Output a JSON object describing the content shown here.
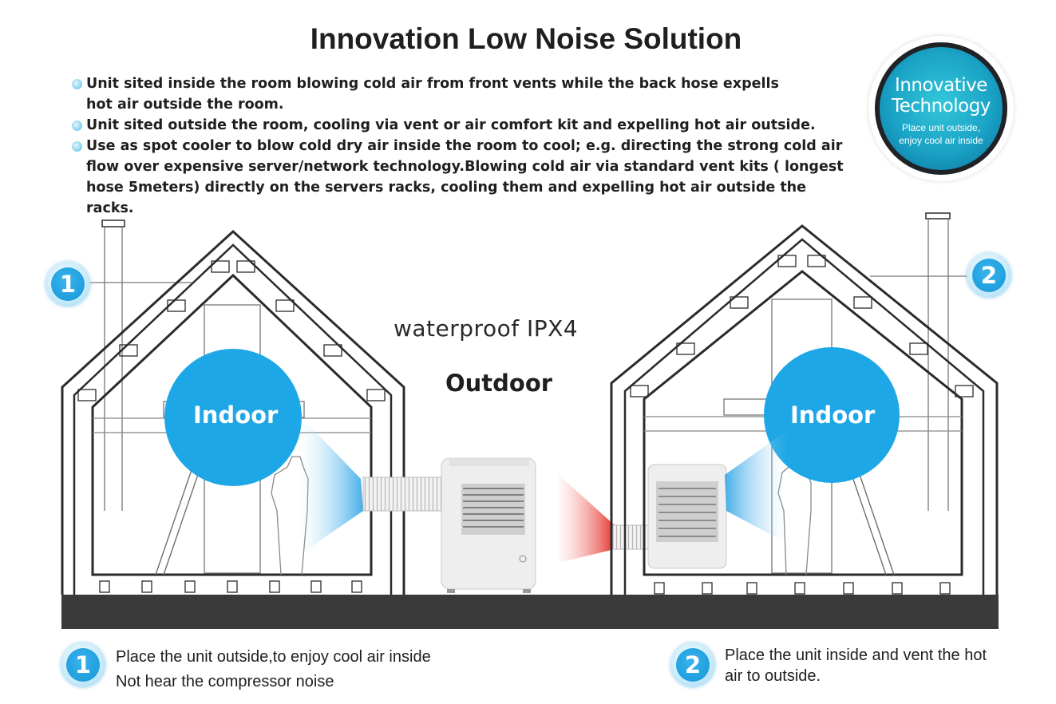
{
  "title": "Innovation Low Noise Solution",
  "bullets": [
    "Unit sited inside the room blowing cold air from front vents while the back hose expells hot air outside the room.",
    "Unit sited outside the room, cooling via vent or air comfort kit and expelling hot air outside.",
    "Use as spot cooler to blow cold dry air inside the room to cool; e.g. directing the strong cold air flow over expensive server/network technology.Blowing cold air via standard vent kits ( longest hose 5meters) directly  on the servers racks, cooling them and expelling hot air outside the racks."
  ],
  "badge": {
    "line1": "Innovative",
    "line2": "Technology",
    "sub1": "Place unit outside,",
    "sub2": "enjoy cool air inside"
  },
  "scene": {
    "left_number": "1",
    "right_number": "2",
    "left_label": "Indoor",
    "right_label": "Indoor",
    "waterproof": "waterproof IPX4",
    "outdoor": "Outdoor"
  },
  "captions": {
    "one": {
      "number": "1",
      "line1": "Place the unit outside,to enjoy cool air inside",
      "line2": "Not hear the compressor noise"
    },
    "two": {
      "number": "2",
      "line1": "Place the unit inside and vent the hot",
      "line2": "air to outside."
    }
  },
  "colors": {
    "accent_blue": "#1596d8",
    "circle_blue": "#1ea7e6",
    "hot_red": "#e5322b",
    "ground": "#3a3a3a"
  }
}
